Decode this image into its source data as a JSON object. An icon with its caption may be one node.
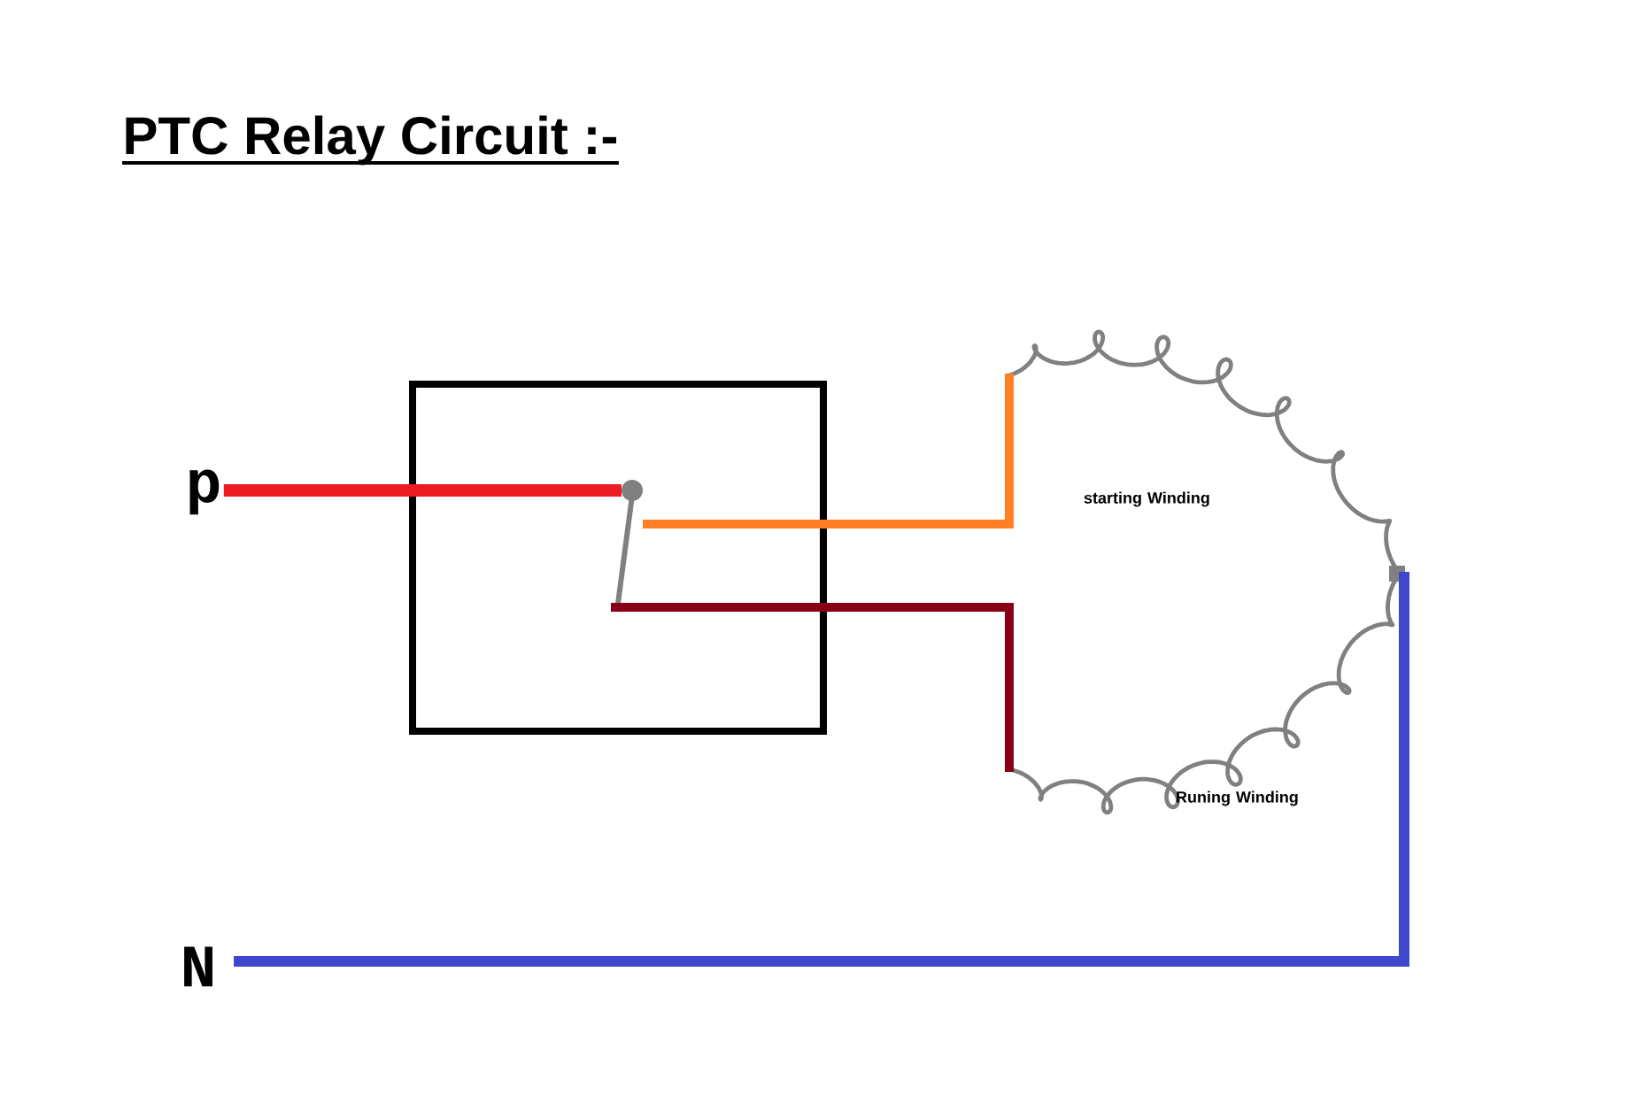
{
  "diagram": {
    "title": "PTC Relay Circuit :-",
    "nodes": [
      {
        "text": [
          "p"
        ]
      },
      {
        "text": [
          "N"
        ]
      },
      {
        "text": [],
        "shape": "box"
      },
      {
        "text": [
          "starting Winding"
        ]
      },
      {
        "text": [
          "Runing Winding"
        ]
      },
      {
        "text": [],
        "shape": "switch",
        "in": 2
      },
      {
        "text": [],
        "shape": "box"
      }
    ],
    "edges": [
      {
        "from": 0,
        "to": 5,
        "arrow": "none",
        "color": "#ed1c24"
      },
      {
        "from": 5,
        "to": 3,
        "arrow": "none",
        "color": "#ff7f27"
      },
      {
        "from": 5,
        "to": 4,
        "arrow": "none",
        "color": "#880015"
      },
      {
        "from": 6,
        "to": 1,
        "arrow": "none",
        "color": "#3f48cc"
      }
    ]
  }
}
